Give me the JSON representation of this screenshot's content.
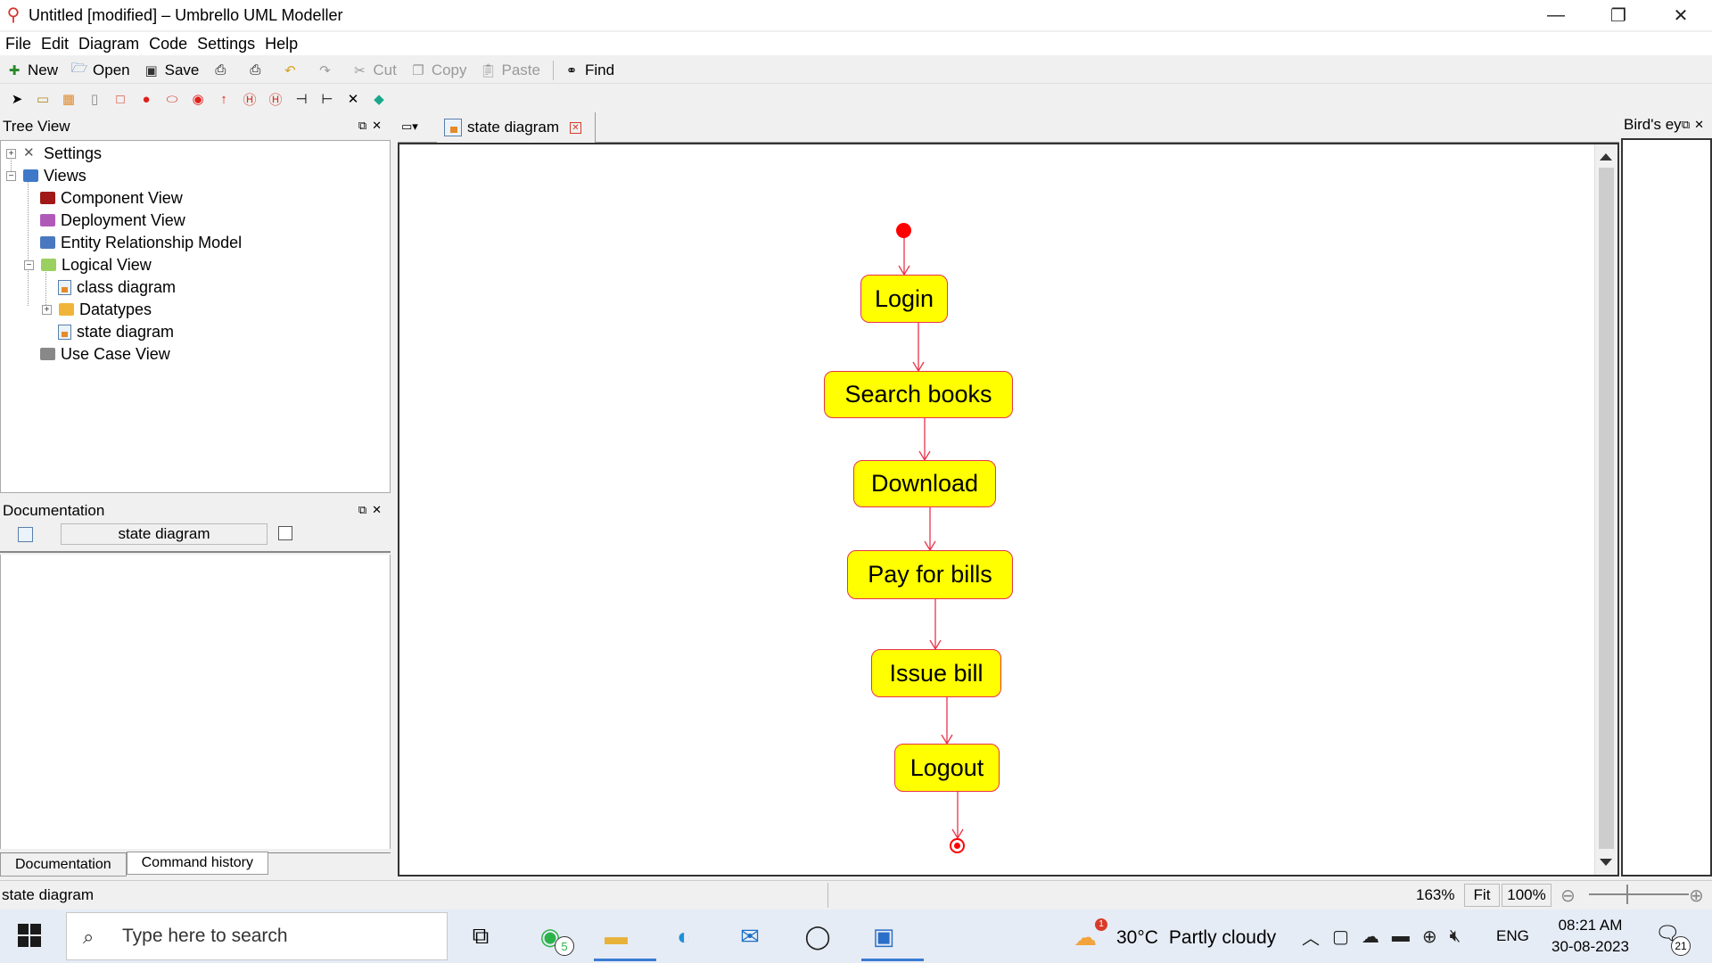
{
  "window": {
    "title": "Untitled [modified] – Umbrello UML Modeller",
    "minimize": "—",
    "restore": "❐",
    "close": "✕"
  },
  "menu": [
    "File",
    "Edit",
    "Diagram",
    "Code",
    "Settings",
    "Help"
  ],
  "toolbar": {
    "new": "New",
    "open": "Open",
    "save": "Save",
    "cut": "Cut",
    "copy": "Copy",
    "paste": "Paste",
    "find": "Find"
  },
  "tree_view": {
    "title": "Tree View",
    "items": [
      {
        "label": "Settings"
      },
      {
        "label": "Views"
      },
      {
        "label": "Component View"
      },
      {
        "label": "Deployment View"
      },
      {
        "label": "Entity Relationship Model"
      },
      {
        "label": "Logical View"
      },
      {
        "label": "class diagram"
      },
      {
        "label": "Datatypes"
      },
      {
        "label": "state diagram"
      },
      {
        "label": "Use Case View"
      }
    ]
  },
  "documentation": {
    "title": "Documentation",
    "diagram_name": "state diagram",
    "tabs": [
      "Documentation",
      "Command history"
    ]
  },
  "diagram": {
    "tab_label": "state diagram",
    "states": [
      "Login",
      "Search books",
      "Download",
      "Pay for bills",
      "Issue bill",
      "Logout"
    ],
    "colors": {
      "state_fill": "#ffff00",
      "state_border": "#e8344a",
      "arrow": "#e8344a",
      "node": "#ff0000"
    }
  },
  "birds_eye": {
    "title": "Bird's ey"
  },
  "statusbar": {
    "text": "state diagram",
    "zoom": "163%",
    "fit": "Fit",
    "hundred": "100%"
  },
  "taskbar": {
    "search_placeholder": "Type here to search",
    "whatsapp_badge": "5",
    "weather_badge": "1",
    "temperature": "30°C",
    "weather_text": "Partly cloudy",
    "language": "ENG",
    "time": "08:21 AM",
    "date": "30-08-2023",
    "notification_count": "21"
  }
}
